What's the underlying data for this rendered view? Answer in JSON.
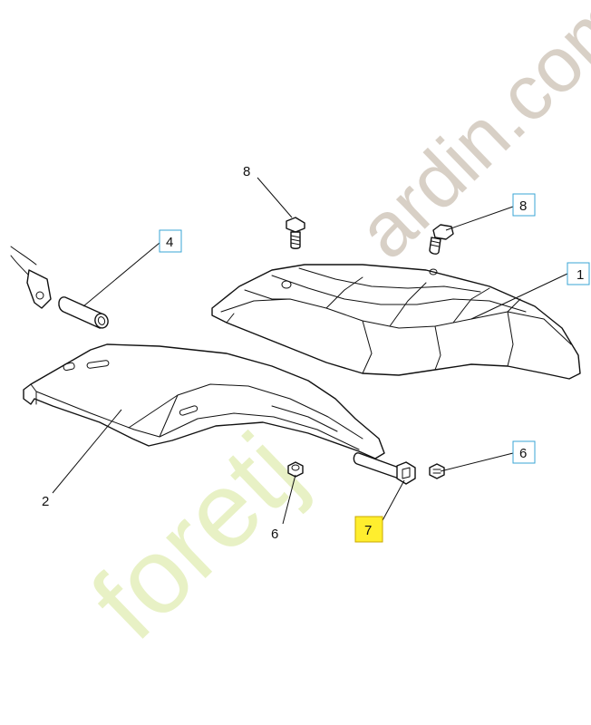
{
  "callouts": {
    "c4": "4",
    "c8_top": "8",
    "c8_boxed": "8",
    "c1": "1",
    "c2": "2",
    "c6_right": "6",
    "c6_bottom": "6",
    "c7": "7"
  },
  "watermark": {
    "part_green": "foretj",
    "part_grey": "ardin.com"
  },
  "colors": {
    "callout_border": "#3aa6d6",
    "highlight_fill": "#ffee2e",
    "watermark_green": "#e8f1c5",
    "watermark_grey": "#d8d0c6"
  }
}
